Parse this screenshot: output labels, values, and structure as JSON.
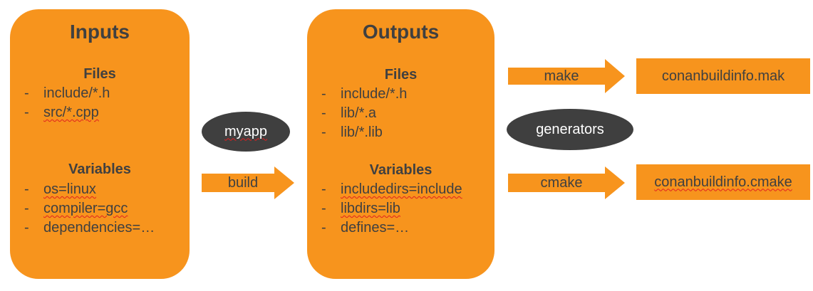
{
  "inputs": {
    "title": "Inputs",
    "files_title": "Files",
    "files": [
      {
        "dash": "-",
        "text": "include/*.h"
      },
      {
        "dash": "-",
        "text": "src/*.cpp"
      }
    ],
    "variables_title": "Variables",
    "variables": [
      {
        "dash": "-",
        "text": "os=linux"
      },
      {
        "dash": "-",
        "text": "compiler=gcc"
      },
      {
        "dash": "-",
        "text": "dependencies=…"
      }
    ]
  },
  "outputs": {
    "title": "Outputs",
    "files_title": "Files",
    "files": [
      {
        "dash": "-",
        "text": "include/*.h"
      },
      {
        "dash": "-",
        "text": "lib/*.a"
      },
      {
        "dash": "-",
        "text": "lib/*.lib"
      }
    ],
    "variables_title": "Variables",
    "variables": [
      {
        "dash": "-",
        "text": "includedirs=include"
      },
      {
        "dash": "-",
        "text": "libdirs=lib"
      },
      {
        "dash": "-",
        "text": "defines=…"
      }
    ]
  },
  "myapp_label": "myapp",
  "build_label": "build",
  "generators_label": "generators",
  "make_label": "make",
  "cmake_label": "cmake",
  "make_output": "conanbuildinfo.mak",
  "cmake_output": "conanbuildinfo.cmake",
  "colors": {
    "orange": "#F7941D",
    "dark_gray": "#3F3F3F",
    "text": "#404040"
  }
}
